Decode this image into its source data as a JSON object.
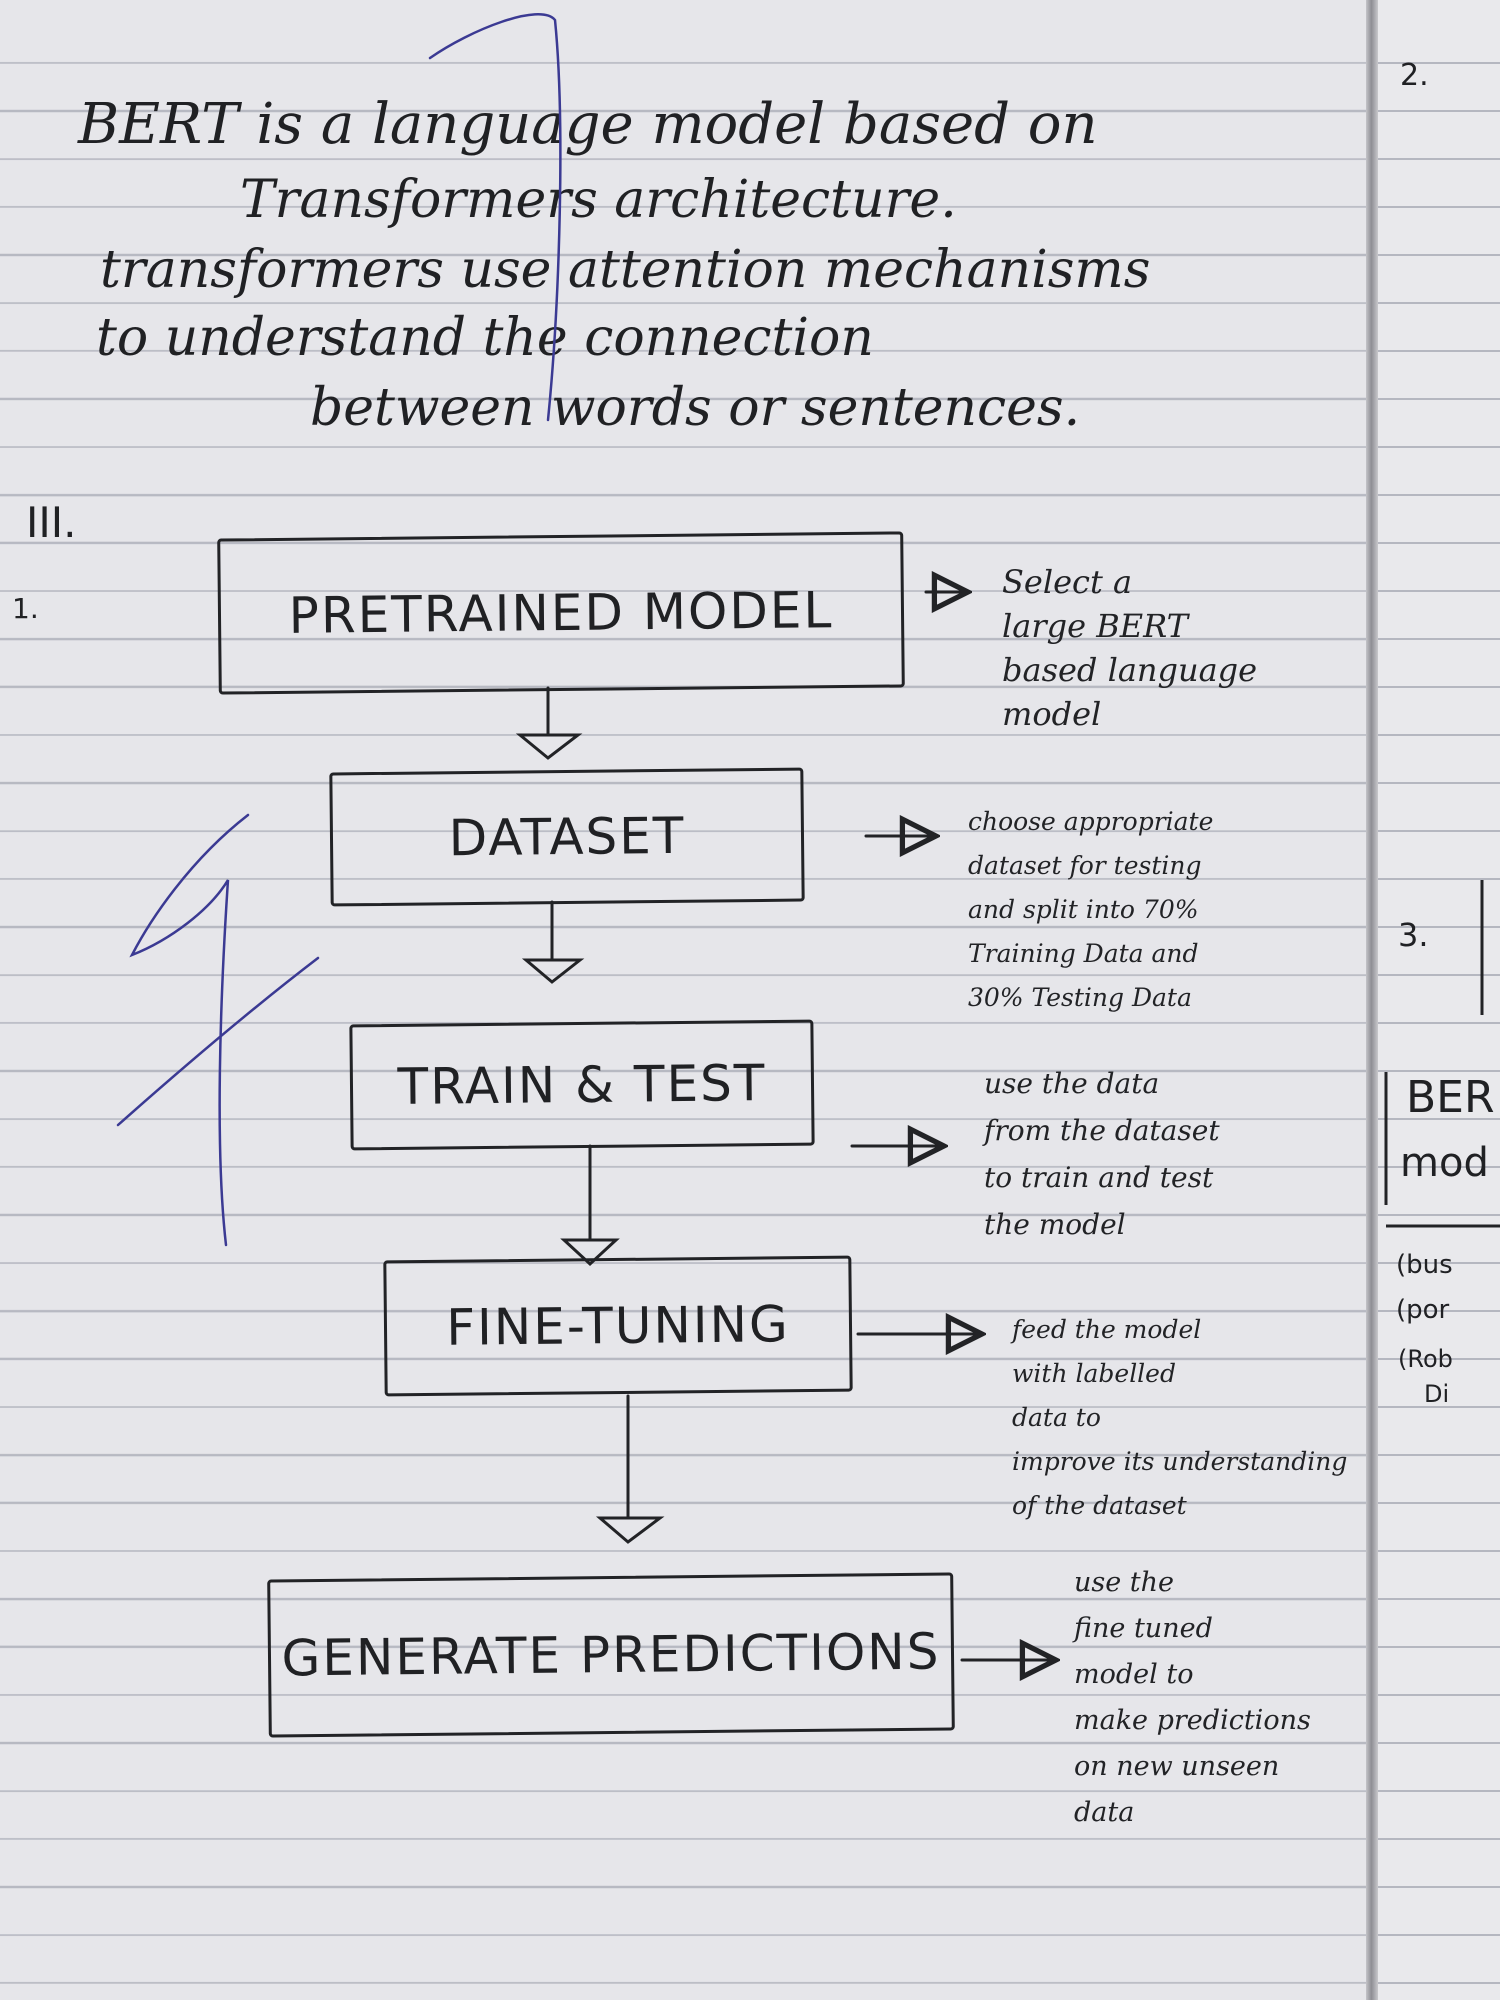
{
  "intro": {
    "line1": "BERT is a language model based on",
    "line2": "Transformers architecture.",
    "line3": "transformers use attention mechanisms",
    "line4": "to understand the connection",
    "line5": "between words or sentences."
  },
  "section": {
    "roman": "III.",
    "item_number": "1."
  },
  "flowchart": {
    "steps": [
      {
        "label": "PRETRAINED MODEL",
        "note": "Select a\nlarge BERT\nbased language\nmodel"
      },
      {
        "label": "DATASET",
        "note": "choose appropriate\ndataset for testing\nand split into 70%\nTraining Data and\n30% Testing Data"
      },
      {
        "label": "TRAIN & TEST",
        "note": "use the data\nfrom the dataset\nto train and test\nthe model"
      },
      {
        "label": "FINE-TUNING",
        "note": "feed the model\nwith labelled\ndata to\nimprove its understanding\nof the dataset"
      },
      {
        "label": "GENERATE PREDICTIONS",
        "note": "use the\nfine tuned\nmodel to\nmake predictions\non new unseen\ndata"
      }
    ]
  },
  "next_page": {
    "number": "2.",
    "item": "3.",
    "box_line1": "BER",
    "box_line2": "mod",
    "notes": [
      "(bus",
      "(por",
      "(Rob",
      "Di"
    ]
  }
}
